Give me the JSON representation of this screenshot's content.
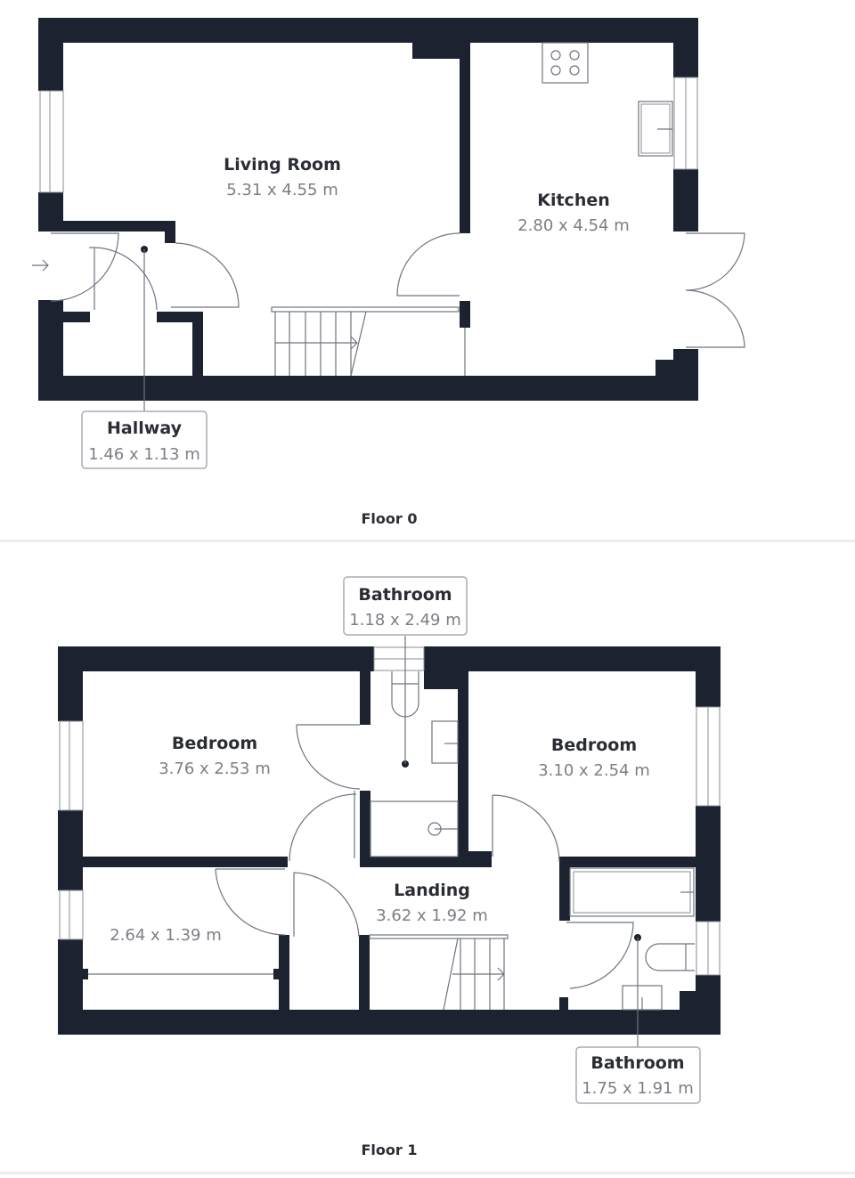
{
  "floors": [
    {
      "label": "Floor 0",
      "rooms": [
        {
          "name": "Living Room",
          "dimensions": "5.31 x 4.55 m"
        },
        {
          "name": "Kitchen",
          "dimensions": "2.80 x 4.54 m"
        },
        {
          "name": "Hallway",
          "dimensions": "1.46 x 1.13 m"
        }
      ]
    },
    {
      "label": "Floor 1",
      "rooms": [
        {
          "name": "Bathroom",
          "dimensions": "1.18 x 2.49 m"
        },
        {
          "name": "Bedroom",
          "dimensions": "3.76 x 2.53 m"
        },
        {
          "name": "Bedroom",
          "dimensions": "3.10 x 2.54 m"
        },
        {
          "name": "",
          "dimensions": "2.64 x 1.39 m"
        },
        {
          "name": "Landing",
          "dimensions": "3.62 x 1.92 m"
        },
        {
          "name": "Bathroom",
          "dimensions": "1.75 x 1.91 m"
        }
      ]
    }
  ],
  "colors": {
    "wall": "#1c2230",
    "background": "#ffffff",
    "divider": "#ececec"
  },
  "icons": {
    "entrance": "entrance-arrow-icon",
    "hob": "hob-icon",
    "sink": "sink-icon",
    "stairs": "stairs-icon",
    "toilet": "toilet-icon",
    "bath": "bath-icon",
    "shower": "shower-icon"
  }
}
